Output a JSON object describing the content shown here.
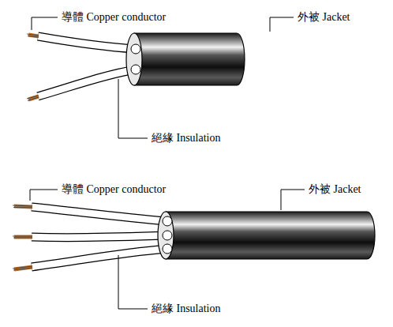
{
  "diagram": {
    "labels": [
      "導體 Copper conductor",
      "外被 Jacket",
      "絕緣 Insulation",
      "導體 Copper conductor",
      "外被 Jacket",
      "絕緣 Insulation"
    ]
  }
}
